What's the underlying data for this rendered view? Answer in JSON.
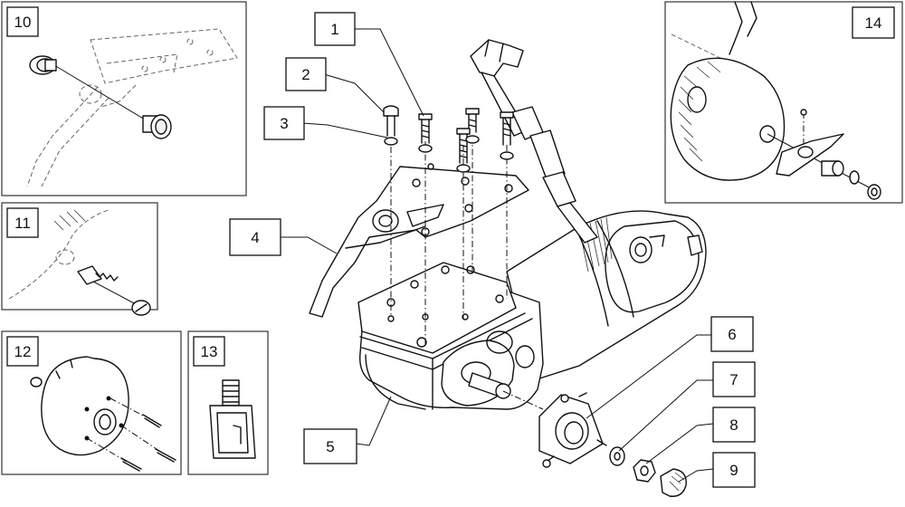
{
  "labels": {
    "l1": "1",
    "l2": "2",
    "l3": "3",
    "l4": "4",
    "l5": "5",
    "l6": "6",
    "l7": "7",
    "l8": "8",
    "l9": "9",
    "l10": "10",
    "l11": "11",
    "l12": "12",
    "l13": "13",
    "l14": "14"
  },
  "colors": {
    "line": "#111111",
    "background": "#ffffff",
    "panel_border": "#333333"
  }
}
